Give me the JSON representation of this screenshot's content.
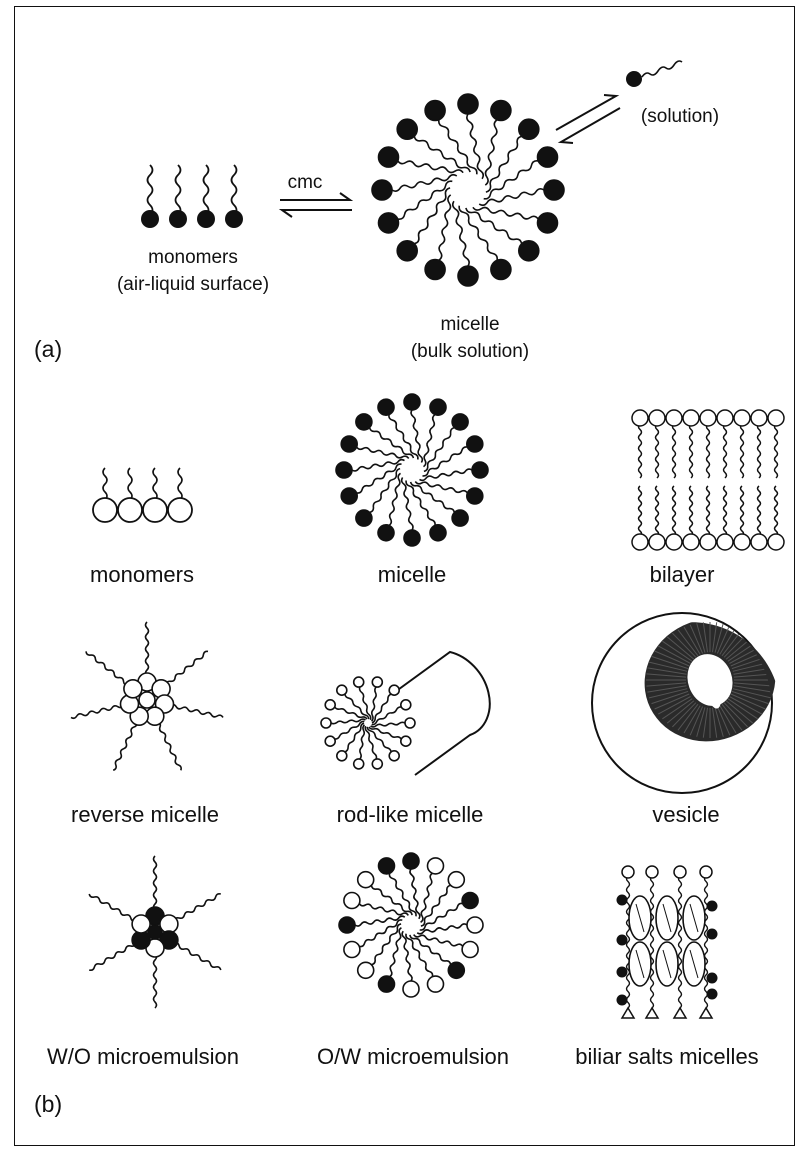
{
  "panel_a": {
    "tag": "(a)",
    "cmc_label": "cmc",
    "monomers_label": "monomers",
    "monomers_sublabel": "(air-liquid surface)",
    "micelle_label": "micelle",
    "micelle_sublabel": "(bulk solution)",
    "solution_label": "(solution)"
  },
  "panel_b": {
    "tag": "(b)",
    "structures": [
      {
        "label": "monomers"
      },
      {
        "label": "micelle"
      },
      {
        "label": "bilayer"
      },
      {
        "label": "reverse micelle"
      },
      {
        "label": "rod-like micelle"
      },
      {
        "label": "vesicle"
      },
      {
        "label": "W/O microemulsion"
      },
      {
        "label": "O/W microemulsion"
      },
      {
        "label": "biliar salts micelles"
      }
    ]
  },
  "colors": {
    "ink": "#111111",
    "paper": "#ffffff"
  }
}
